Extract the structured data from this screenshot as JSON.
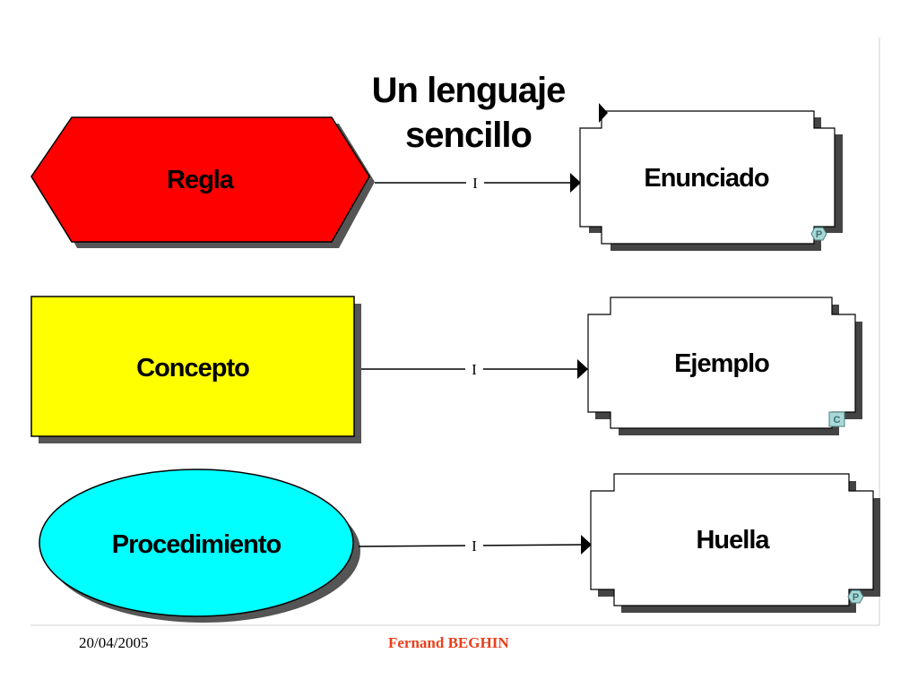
{
  "title": {
    "line1": "Un lenguaje",
    "line2": "sencillo"
  },
  "nodes": {
    "regla": {
      "label": "Regla",
      "color": "#ff0000"
    },
    "concepto": {
      "label": "Concepto",
      "color": "#ffff00"
    },
    "procedimiento": {
      "label": "Procedimiento",
      "color": "#00ffff"
    },
    "enunciado": {
      "label": "Enunciado",
      "badge": "P"
    },
    "ejemplo": {
      "label": "Ejemplo",
      "badge": "C"
    },
    "huella": {
      "label": "Huella",
      "badge": "P"
    }
  },
  "links": [
    {
      "from": "Regla",
      "to": "Enunciado",
      "label": "I"
    },
    {
      "from": "Concepto",
      "to": "Ejemplo",
      "label": "I"
    },
    {
      "from": "Procedimiento",
      "to": "Huella",
      "label": "I"
    }
  ],
  "footer": {
    "date": "20/04/2005",
    "author": "Fernand BEGHIN",
    "author_color": "#e8401c"
  }
}
